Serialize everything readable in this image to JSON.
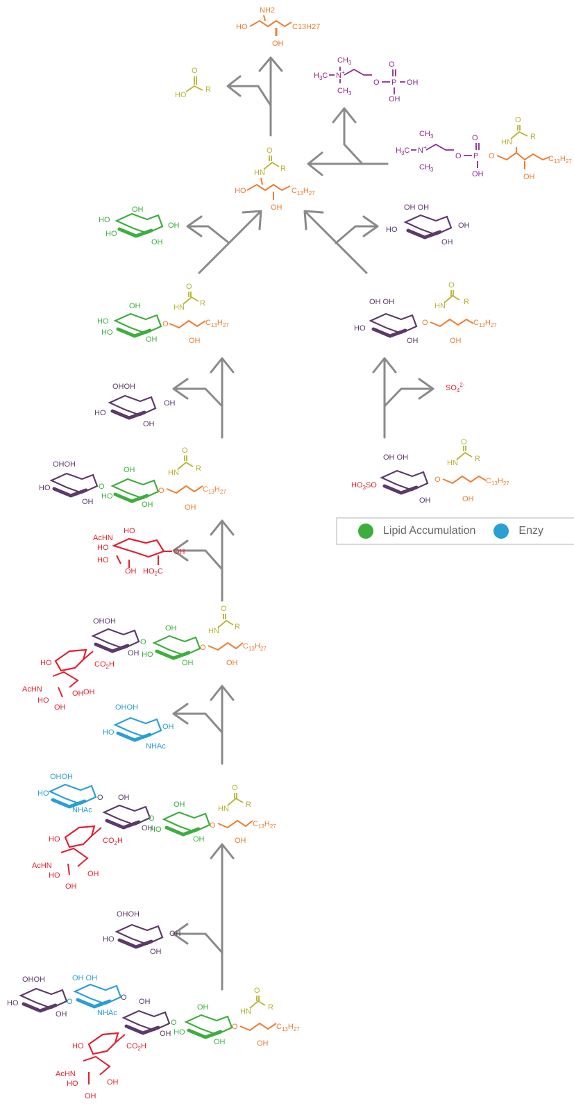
{
  "colors": {
    "arrow": "#8a8a8a",
    "orange": "#ee7d2f",
    "olive": "#b5b330",
    "purple": "#8e2a8a",
    "plum": "#5b3a6a",
    "green": "#3dae3d",
    "red": "#e3202f",
    "blue": "#2a9fd6",
    "ring": "#5b3a6a"
  },
  "legend": {
    "items": [
      {
        "label": "Lipid Accumulation",
        "color": "#3dae3d"
      },
      {
        "label": "Enzy",
        "color": "#2a9fd6"
      }
    ]
  },
  "labels": {
    "sphingosine": {
      "nh2": "NH2",
      "ho": "HO",
      "oh": "OH",
      "chain": "C13H27"
    },
    "fatty_acid": {
      "o": "O",
      "ho": "HO",
      "r": "R"
    },
    "phosphocholine": {
      "ch3a": "CH3",
      "h3c": "H3C",
      "n": "N+",
      "ch3b": "CH3",
      "o": "O",
      "p": "P",
      "oh1": "OH",
      "oh2": "OH",
      "od": "O"
    },
    "sulfate": "SO4 2-",
    "ho3so": "HO3SO",
    "nhac": "NHAc",
    "achn": "AcHN",
    "co2h": "CO2H",
    "ho2c": "HO2C",
    "oh": "OH",
    "ho": "HO",
    "hn": "HN",
    "r": "R",
    "o": "O"
  }
}
